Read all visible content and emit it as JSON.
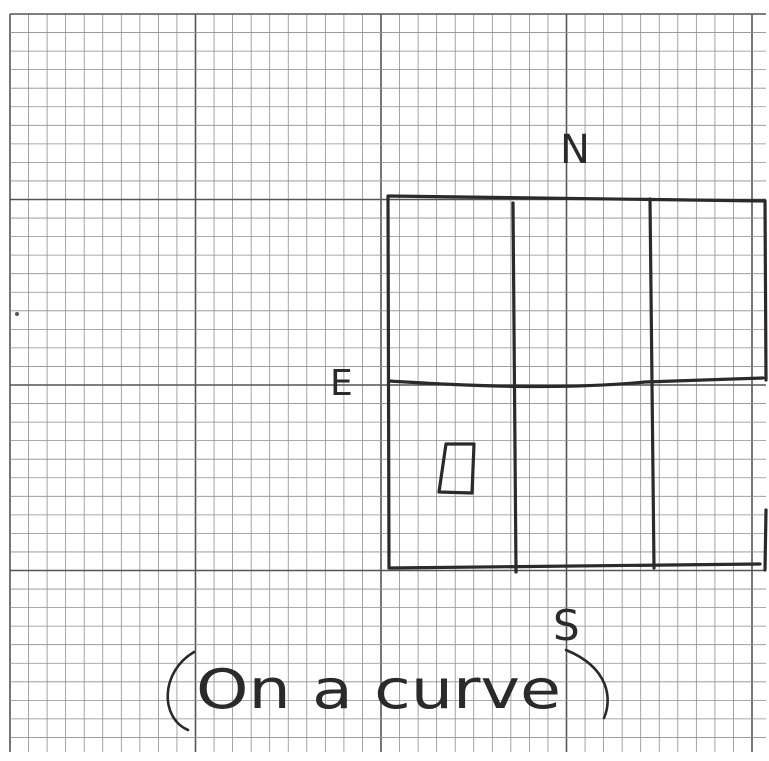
{
  "sheet": {
    "grid_color": "#8e8e8e",
    "major_grid_color": "#555555",
    "ink_color": "#2a2a2a"
  },
  "labels": {
    "north": "N",
    "east": "E",
    "south": "S",
    "note": "On a curve"
  }
}
